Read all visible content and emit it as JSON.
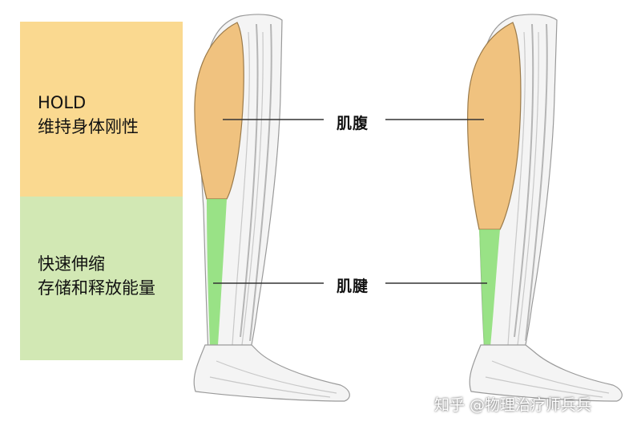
{
  "panels": {
    "hold": {
      "line1": "HOLD",
      "line2": "维持身体刚性",
      "color": "#fad990"
    },
    "spring": {
      "line1": "快速伸缩",
      "line2": "存储和释放能量",
      "color": "#d2e8b4"
    }
  },
  "labels": {
    "muscle_belly": "肌腹",
    "tendon": "肌腱"
  },
  "watermark": "知乎 @物理治疗师兵兵",
  "colors": {
    "muscle": "#f0c27f",
    "tendon": "#8fe07a",
    "outline": "#8a8a8a"
  }
}
